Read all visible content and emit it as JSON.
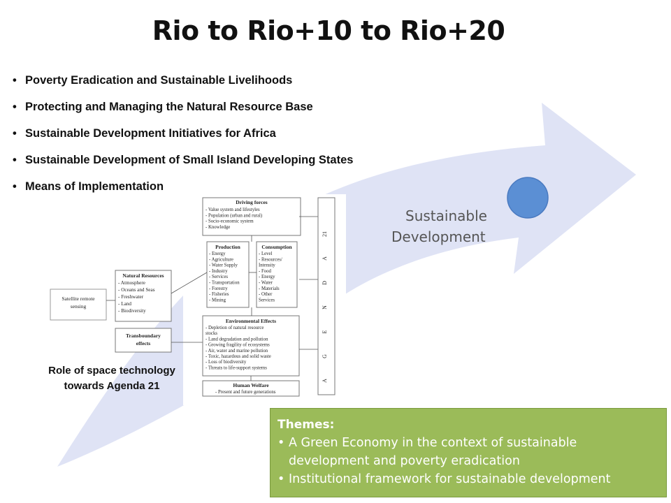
{
  "title": "Rio  to  Rio+10  to  Rio+20",
  "bullets": [
    "Poverty Eradication and Sustainable Livelihoods",
    "Protecting and Managing the Natural Resource Base",
    "Sustainable Development Initiatives for Africa",
    "Sustainable Development of Small Island Developing States",
    "Means of Implementation"
  ],
  "arrow": {
    "label_line1": "Sustainable",
    "label_line2": "Development",
    "fill_color": "#dfe3f5",
    "circle_color": "#5b8fd4"
  },
  "diagram": {
    "driving_forces": {
      "title": "Driving forces",
      "items": [
        "- Value system and lifestyles",
        "- Population (urban and rural)",
        "- Socio-economic system",
        "- Knowledge"
      ]
    },
    "production": {
      "title": "Production",
      "items": [
        "- Energy",
        "- Agriculture",
        "- Water Supply",
        "- Industry",
        "- Services",
        "- Transportation",
        "- Forestry",
        "- Fisheries",
        "- Mining"
      ]
    },
    "consumption": {
      "title": "Consumption",
      "items": [
        "- Level",
        "- Resources/",
        "  Intensity",
        "- Food",
        "- Energy",
        "- Water",
        "- Materials",
        "- Other",
        "  Services"
      ]
    },
    "natural_resources": {
      "title": "Natural Resources",
      "items": [
        "- Atmosphere",
        "- Oceans and Seas",
        "- Freshwater",
        "- Land",
        "- Biodiversity"
      ]
    },
    "satellite": {
      "line1": "Satellite remote",
      "line2": "sensing"
    },
    "transboundary": {
      "line1": "Transboundary",
      "line2": "effects"
    },
    "environmental_effects": {
      "title": "Environmental Effects",
      "items": [
        "- Depletion of natural resource",
        "  stocks",
        "- Land degradation and pollution",
        "- Growing fragility of ecosystems",
        "- Air, water and marine pollution",
        "- Toxic, hazardous and solid waste",
        "- Loss of biodiversity",
        "- Threats to life-support systems"
      ]
    },
    "human_welfare": {
      "title": "Human Welfare",
      "items": [
        "- Present and future generations"
      ]
    },
    "agenda_letters": [
      "A",
      "G",
      "E",
      "N",
      "D",
      "A",
      "21"
    ]
  },
  "caption": {
    "line1": "Role of space technology",
    "line2": "towards Agenda 21"
  },
  "themes": {
    "title": "Themes:",
    "items": [
      "A Green Economy in the context of sustainable development and poverty eradication",
      "Institutional framework for sustainable development"
    ],
    "bg_color": "#9bbb59"
  }
}
